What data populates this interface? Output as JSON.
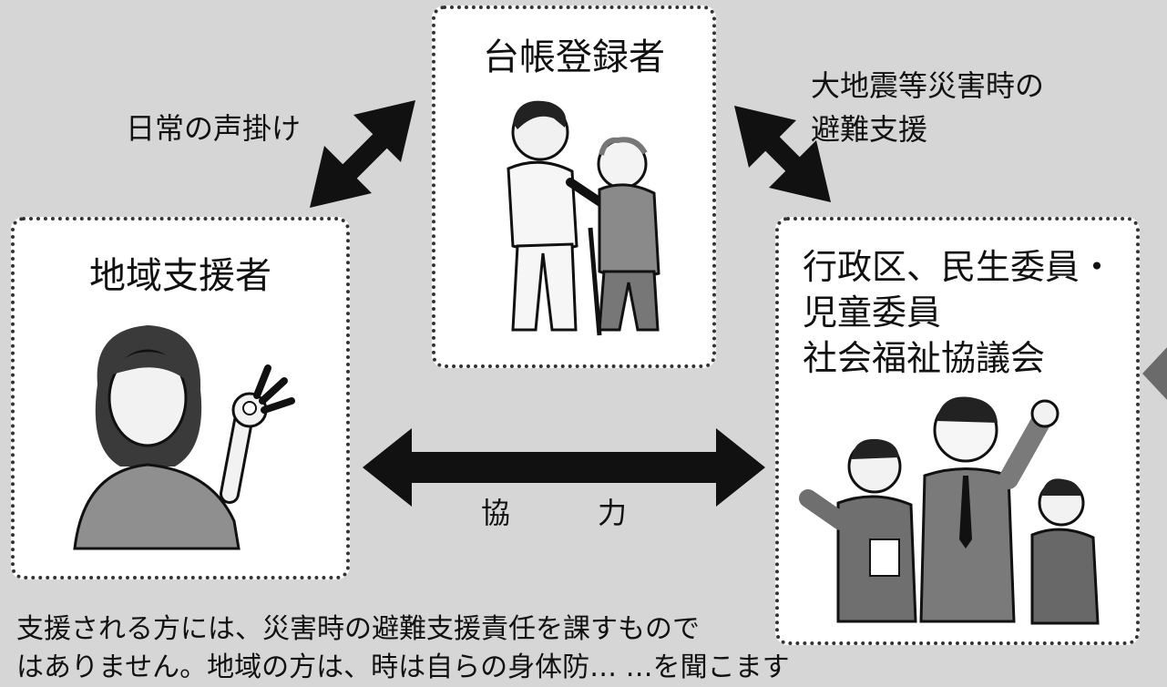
{
  "registrant_box": {
    "title": "台帳登録者",
    "image": "helper-assisting-elderly-man"
  },
  "local_supporter_box": {
    "title": "地域支援者",
    "image": "woman-ok-gesture"
  },
  "agency_box": {
    "lines": [
      "行政区、民生委員・",
      "児童委員",
      "社会福祉協議会"
    ],
    "image": "cheering-businessmen"
  },
  "arrow_labels": {
    "daily": "日常の声掛け",
    "disaster_line1": "大地震等災害時の",
    "disaster_line2": "避難支援",
    "cooperation": "協　　　力"
  },
  "footnote": {
    "line1": "支援される方には、災害時の避難支援責任を課すもので",
    "line2": "はありません。地域の方は、時は自らの身体防… …を聞こます"
  },
  "colors": {
    "background": "#d6d6d6",
    "arrow": "#111111",
    "box_border": "#333333"
  }
}
